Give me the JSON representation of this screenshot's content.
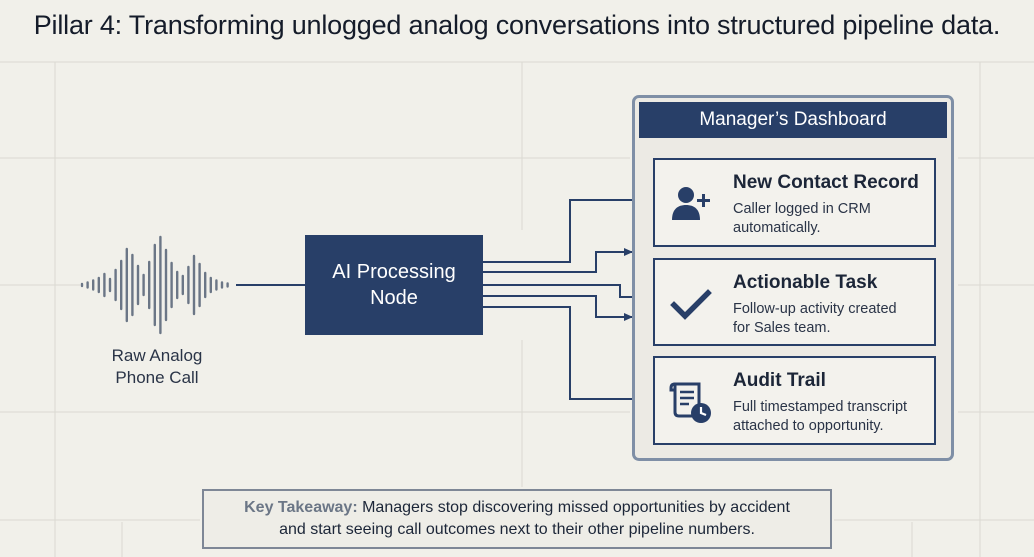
{
  "title": "Pillar 4: Transforming unlogged analog conversations into structured pipeline data.",
  "source": {
    "label_line1": "Raw Analog",
    "label_line2": "Phone Call",
    "icon": "sound-wave-icon"
  },
  "processor": {
    "label_line1": "AI Processing",
    "label_line2": "Node"
  },
  "dashboard": {
    "title": "Manager’s Dashboard",
    "cards": [
      {
        "icon": "add-user-icon",
        "title": "New Contact Record",
        "desc_line1": "Caller logged in CRM",
        "desc_line2": "automatically."
      },
      {
        "icon": "checkmark-icon",
        "title": "Actionable Task",
        "desc_line1": "Follow-up activity created",
        "desc_line2": "for Sales team."
      },
      {
        "icon": "transcript-clock-icon",
        "title": "Audit Trail",
        "desc_line1": "Full timestamped transcript",
        "desc_line2": "attached to opportunity."
      }
    ]
  },
  "takeaway": {
    "label": "Key Takeaway:",
    "text_line1": " Managers stop discovering missed opportunities by accident",
    "text_line2": "and start seeing call outcomes next to their other pipeline numbers."
  },
  "colors": {
    "navy": "#283f68",
    "frame": "#7f8fa6",
    "background": "#f1f0ea",
    "wave": "#6b7686"
  }
}
